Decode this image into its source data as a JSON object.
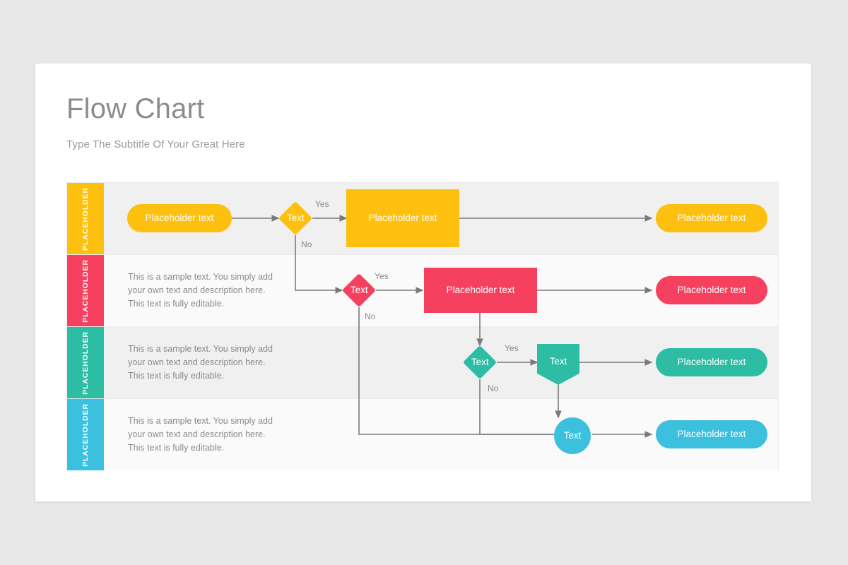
{
  "slide": {
    "title": "Flow Chart",
    "subtitle": "Type The Subtitle Of Your Great Here"
  },
  "palette": {
    "page_background": "#e8e8e8",
    "card_background": "#ffffff",
    "row_shade_dark": "#f0f0f0",
    "row_shade_light": "#fafafa",
    "connector": "#7a7a7a",
    "title_color": "#8c8c8c",
    "body_text": "#8a8a8a",
    "yellow": "#fdc00f",
    "pink": "#f6405f",
    "teal": "#2dbca4",
    "blue": "#3bc0de"
  },
  "rows": [
    {
      "tab_label": "PLACEHOLDER",
      "color": "#fdc00f",
      "shade": "dark",
      "description": ""
    },
    {
      "tab_label": "PLACEHOLDER",
      "color": "#f6405f",
      "shade": "light",
      "description": "This is a sample text. You simply add your own text and description here. This text is fully editable."
    },
    {
      "tab_label": "PLACEHOLDER",
      "color": "#2dbca4",
      "shade": "dark",
      "description": "This is a sample text. You simply add your own text and description here. This text is fully editable."
    },
    {
      "tab_label": "PLACEHOLDER",
      "color": "#3bc0de",
      "shade": "light",
      "description": "This is a sample text. You simply add your own text and description here. This text is fully editable."
    }
  ],
  "nodes": {
    "r1_start": "Placeholder text",
    "r1_decision": "Text",
    "r1_process": "Placeholder text",
    "r1_end": "Placeholder text",
    "r2_decision": "Text",
    "r2_process": "Placeholder text",
    "r2_end": "Placeholder text",
    "r3_decision": "Text",
    "r3_process": "Text",
    "r3_end": "Placeholder text",
    "r4_decision": "Text",
    "r4_end": "Placeholder text"
  },
  "edge_labels": {
    "r1_yes": "Yes",
    "r1_no": "No",
    "r2_yes": "Yes",
    "r2_no": "No",
    "r3_yes": "Yes",
    "r3_no": "No"
  }
}
